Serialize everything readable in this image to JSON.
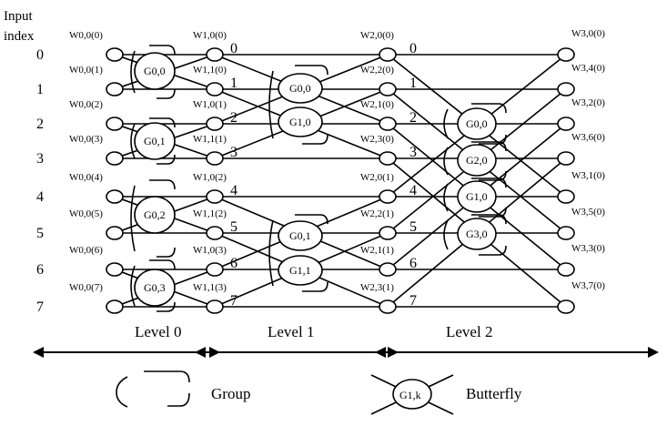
{
  "header": {
    "line1": "Input",
    "line2": "index"
  },
  "input_indices": [
    "0",
    "1",
    "2",
    "3",
    "4",
    "5",
    "6",
    "7"
  ],
  "stage1_indices": [
    "0",
    "1",
    "2",
    "3",
    "4",
    "5",
    "6",
    "7"
  ],
  "stage2_indices": [
    "0",
    "1",
    "2",
    "3",
    "4",
    "5",
    "6",
    "7"
  ],
  "twiddles": {
    "w0": [
      "W0,0(0)",
      "W0,0(1)",
      "W0,0(2)",
      "W0,0(3)",
      "W0,0(4)",
      "W0,0(5)",
      "W0,0(6)",
      "W0,0(7)"
    ],
    "w1": [
      "W1,0(0)",
      "W1,1(0)",
      "W1,0(1)",
      "W1,1(1)",
      "W1,0(2)",
      "W1,1(2)",
      "W1,0(3)",
      "W1,1(3)"
    ],
    "w2": [
      "W2,0(0)",
      "W2,2(0)",
      "W2,1(0)",
      "W2,3(0)",
      "W2,0(1)",
      "W2,2(1)",
      "W2,1(1)",
      "W2,3(1)"
    ],
    "w3": [
      "W3,0(0)",
      "W3,4(0)",
      "W3,2(0)",
      "W3,6(0)",
      "W3,1(0)",
      "W3,5(0)",
      "W3,3(0)",
      "W3,7(0)"
    ]
  },
  "butterflies": {
    "level0": [
      "G0,0",
      "G0,1",
      "G0,2",
      "G0,3"
    ],
    "level1": [
      "G0,0",
      "G1,0",
      "G0,1",
      "G1,1"
    ],
    "level2": [
      "G0,0",
      "G2,0",
      "G1,0",
      "G3,0"
    ]
  },
  "levels": [
    "Level 0",
    "Level 1",
    "Level 2"
  ],
  "legend": {
    "group_label": "Group",
    "butterfly_label": "Butterfly",
    "butterfly_symbol": "G1,k"
  }
}
